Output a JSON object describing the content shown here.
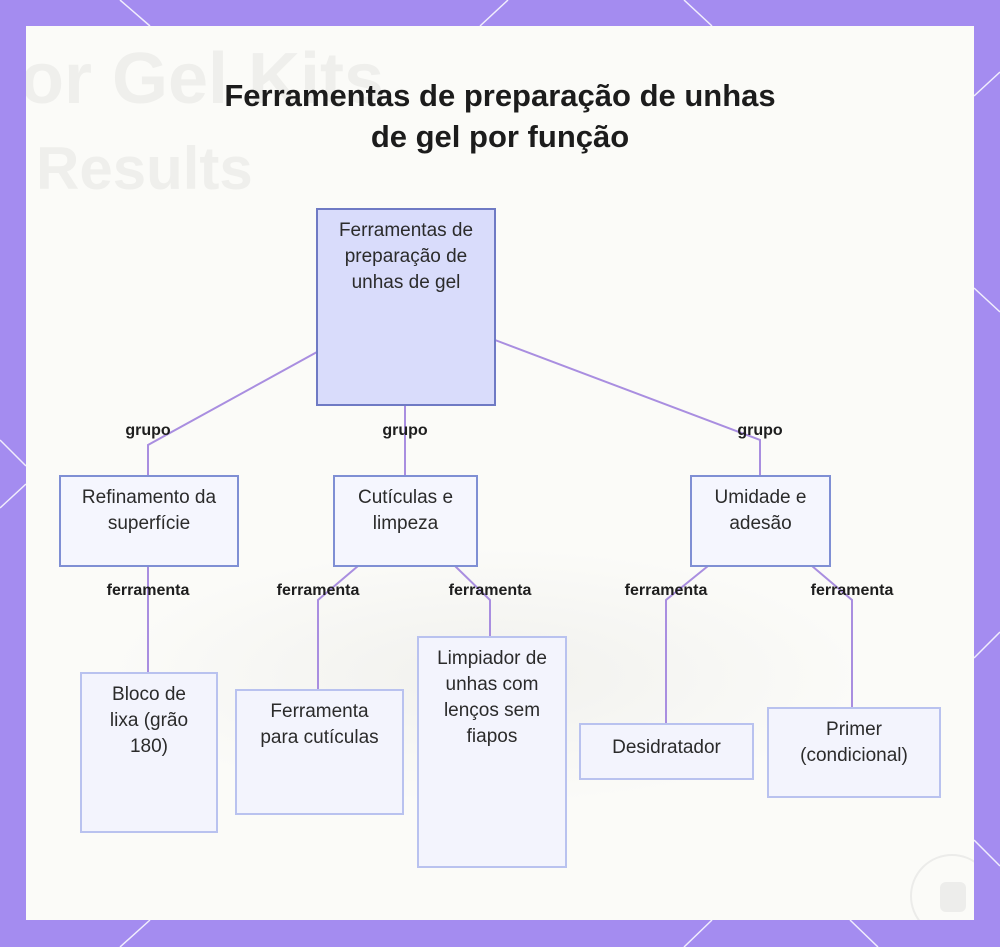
{
  "title": {
    "line1": "Ferramentas de preparação de unhas",
    "line2": "de gel por função"
  },
  "background_ghost_text": [
    "or Gel Kits",
    "Results"
  ],
  "nodes": {
    "root": "Ferramentas de preparação de unhas de gel",
    "group_surface": "Refinamento da superfície",
    "group_cuticle": "Cutículas e limpeza",
    "group_moisture": "Umidade e adesão",
    "tool_buffer": "Bloco de lixa (grão 180)",
    "tool_cuticle": "Ferramenta para cutículas",
    "tool_cleanser": "Limpiador de unhas com lenços sem fiapos",
    "tool_dehydrator": "Desidratador",
    "tool_primer": "Primer (condicional)"
  },
  "edge_labels": {
    "group": "grupo",
    "tool": "ferramenta"
  },
  "colors": {
    "frame": "#a48cf0",
    "root_fill": "#d9dcfb",
    "node_border": "#7f8fd4",
    "connector": "#a98ee0"
  }
}
